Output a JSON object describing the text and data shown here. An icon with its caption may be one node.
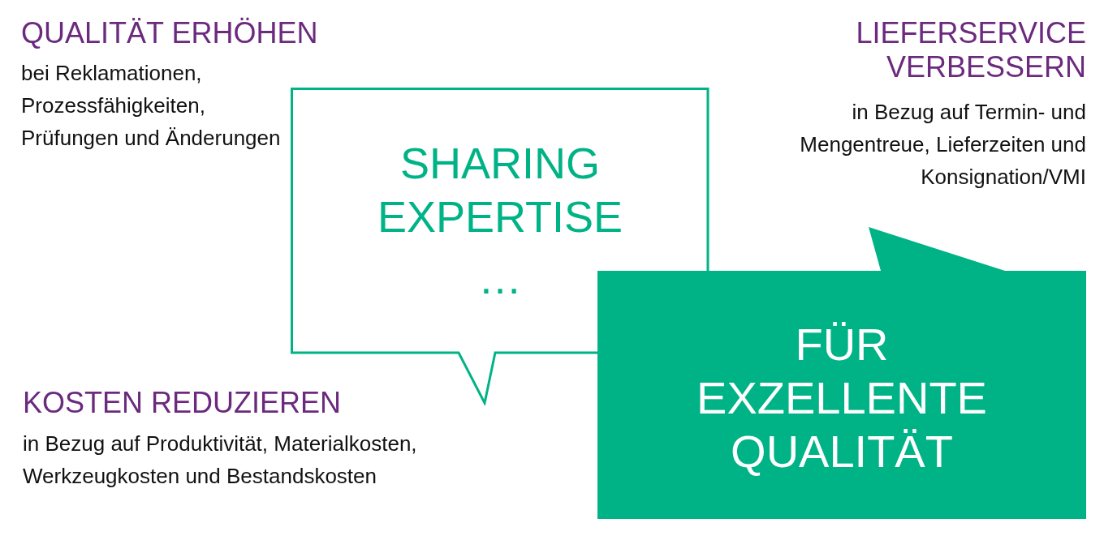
{
  "diagram": {
    "nodes": [
      {
        "text": [
          "SHARING EXPERTISE",
          "…"
        ]
      },
      {
        "text": [
          "FÜR EXZELLENTE QUALITÄT"
        ]
      }
    ],
    "edges": [],
    "labels": [
      "QUALITÄT ERHÖHEN",
      "bei Reklamationen, Prozessfähigkeiten, Prüfungen und Änderungen",
      "LIEFERSERVICE VERBESSERN",
      "in Bezug auf Termin- und Mengentreue, Lieferzeiten und Konsignation/VMI",
      "KOSTEN REDUZIEREN",
      "in Bezug auf Produktivität, Materialkosten, Werkzeugkosten und Bestandskosten"
    ]
  }
}
